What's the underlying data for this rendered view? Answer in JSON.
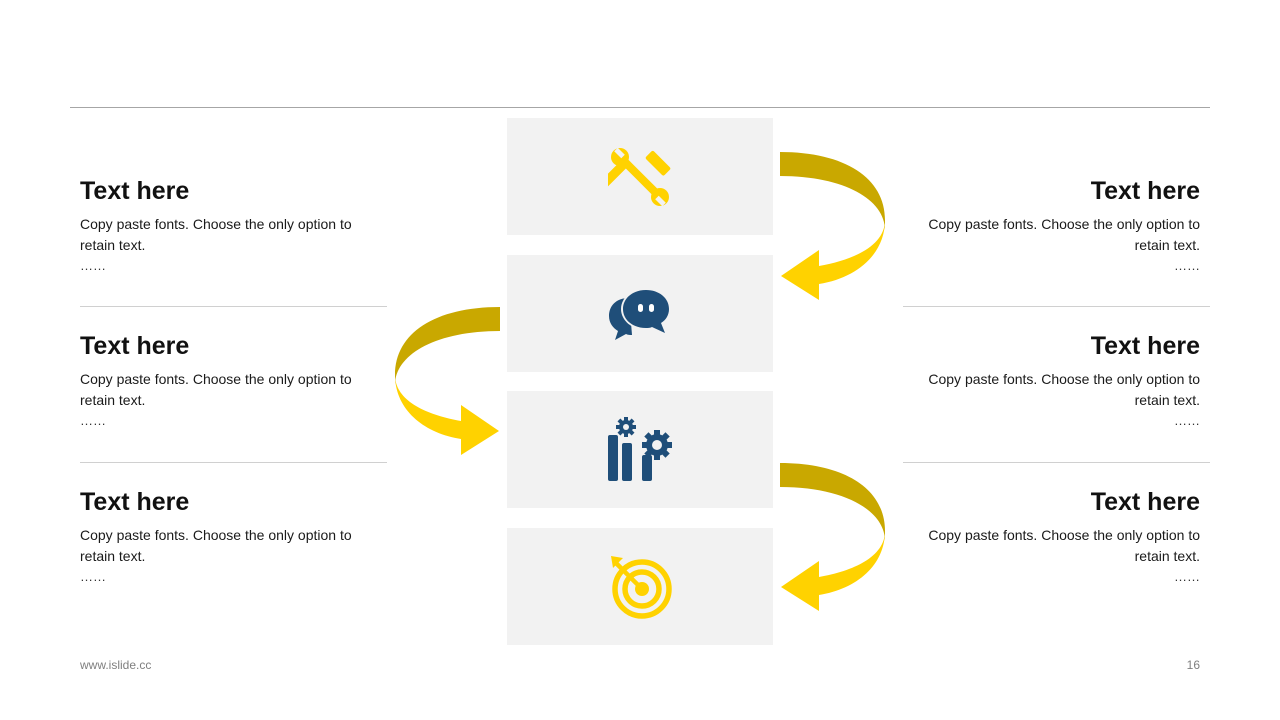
{
  "colors": {
    "accent_yellow": "#ffd200",
    "accent_dark_yellow": "#c9a800",
    "icon_blue": "#1f4e79",
    "box_gray": "#f2f2f2"
  },
  "blocks": {
    "left": [
      {
        "title": "Text here",
        "body": "Copy paste fonts. Choose the only option to retain text.",
        "dots": "……"
      },
      {
        "title": "Text here",
        "body": "Copy paste fonts. Choose the only option to retain text.",
        "dots": "……"
      },
      {
        "title": "Text here",
        "body": "Copy paste fonts. Choose the only option to retain text.",
        "dots": "……"
      }
    ],
    "right": [
      {
        "title": "Text here",
        "body": "Copy paste fonts. Choose the only option to retain text.",
        "dots": "……"
      },
      {
        "title": "Text here",
        "body": "Copy paste fonts. Choose the only option to retain text.",
        "dots": "……"
      },
      {
        "title": "Text here",
        "body": "Copy paste fonts. Choose the only option to retain text.",
        "dots": "……"
      }
    ]
  },
  "steps": [
    {
      "icon": "tools-icon"
    },
    {
      "icon": "chat-bubbles-icon"
    },
    {
      "icon": "chart-gears-icon"
    },
    {
      "icon": "target-icon"
    }
  ],
  "footer": {
    "website": "www.islide.cc",
    "page_number": "16"
  }
}
